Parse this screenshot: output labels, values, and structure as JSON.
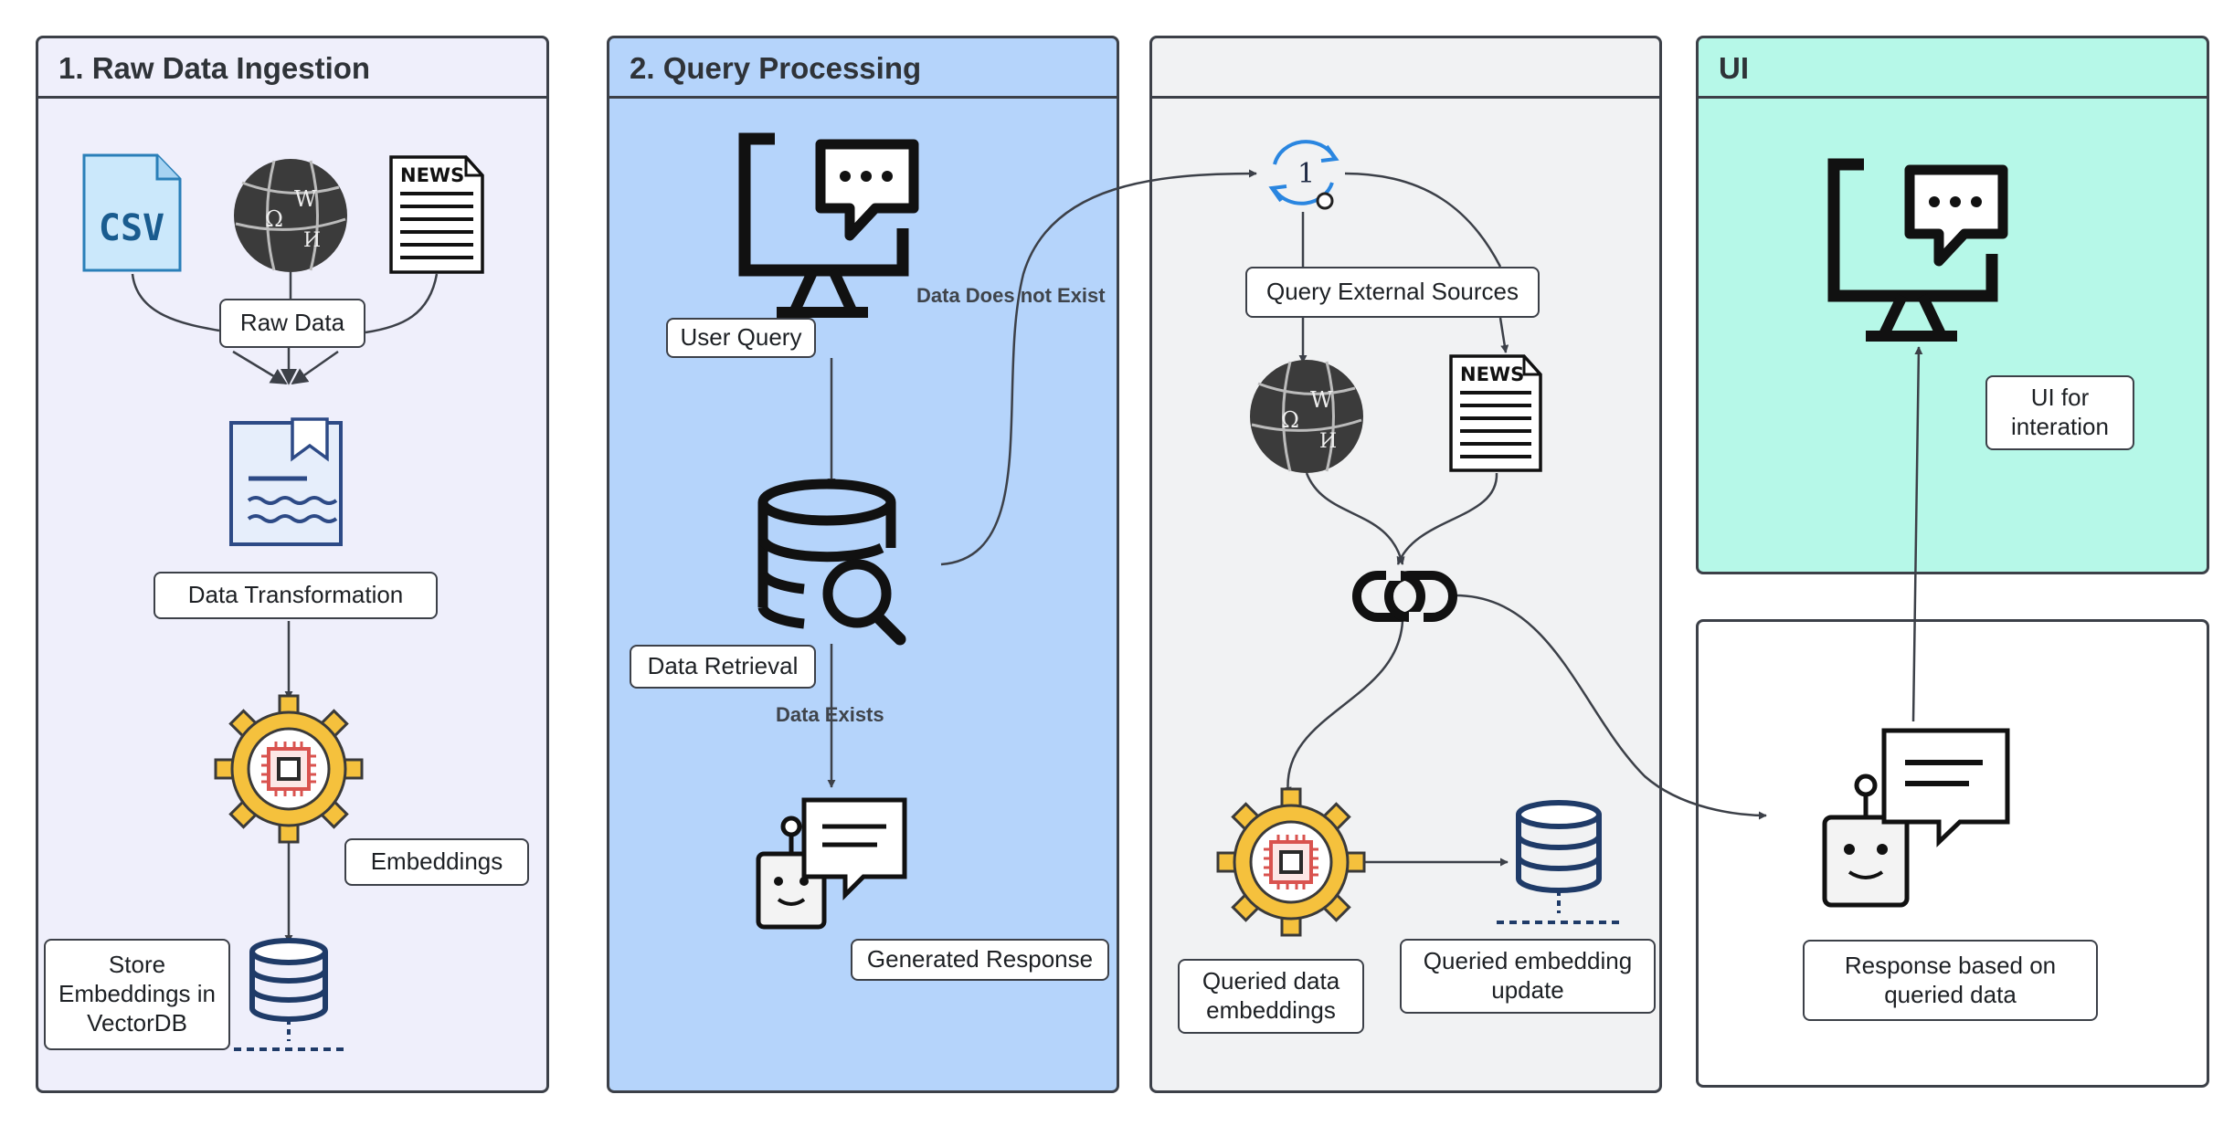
{
  "panels": {
    "ingestion": {
      "title": "1. Raw Data Ingestion",
      "bg": "#efeffb"
    },
    "query": {
      "title": "2. Query Processing",
      "bg": "#b5d4fb"
    },
    "external": {
      "title": "",
      "bg": "#f1f2f3"
    },
    "ui": {
      "title": "UI",
      "bg": "#b6f8e8"
    },
    "response": {
      "title": "",
      "bg": "#ffffff"
    }
  },
  "nodes": {
    "raw_data": "Raw Data",
    "data_transformation": "Data Transformation",
    "embeddings": "Embeddings",
    "store_embeddings": "Store Embeddings in VectorDB",
    "user_query": "User Query",
    "data_retrieval": "Data Retrieval",
    "generated_response": "Generated Response",
    "query_external": "Query External Sources",
    "queried_data_embeddings": "Queried data embeddings",
    "queried_embedding_update": "Queried embedding update",
    "ui_interaction": "UI for interation",
    "response_queried": "Response based on queried data"
  },
  "edges": {
    "data_not_exist": "Data Does not Exist",
    "data_exists": "Data Exists"
  },
  "icons": {
    "csv_file": {
      "name": "csv-file-icon",
      "text": "CSV"
    },
    "news_ingest": {
      "name": "newspaper-icon",
      "text": "NEWS"
    },
    "news_external": {
      "name": "newspaper-icon",
      "text": "NEWS"
    },
    "wiki_glyphs": [
      "Ω",
      "W",
      "И"
    ],
    "refresh_badge": "1"
  },
  "colors": {
    "border": "#3c4048",
    "arrow": "#3c4048",
    "gear": "#f5c13d",
    "chip": "#d9534f",
    "database": "#1f3b68",
    "csv_fill": "#cbe8fb",
    "doc_blue": "#2d4a86"
  }
}
